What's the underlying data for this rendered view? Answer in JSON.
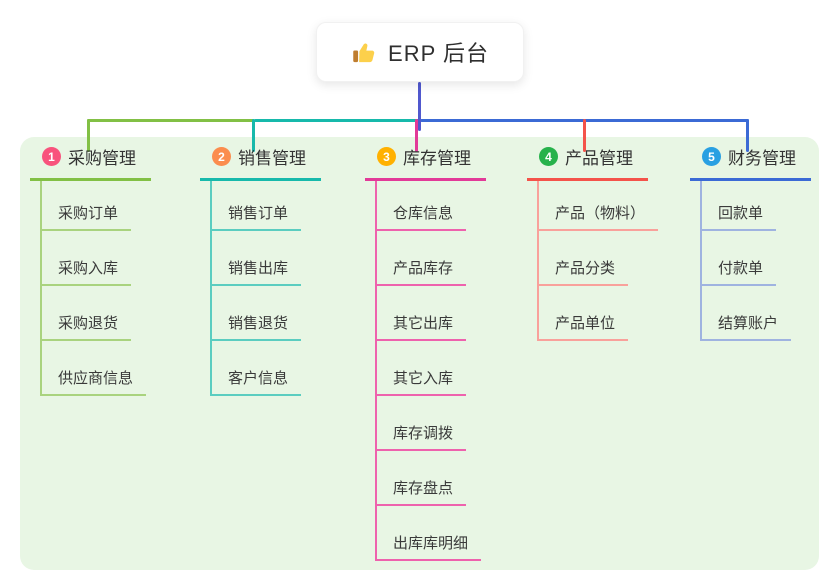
{
  "root": {
    "label": "ERP 后台",
    "icon": "thumbs-up-icon"
  },
  "branches": [
    {
      "num": "1",
      "label": "采购管理",
      "color": "#82c045",
      "light": "#a9d37e",
      "badge": "#f8537d",
      "children": [
        "采购订单",
        "采购入库",
        "采购退货",
        "供应商信息"
      ]
    },
    {
      "num": "2",
      "label": "销售管理",
      "color": "#17b9ab",
      "light": "#5bcdc0",
      "badge": "#fb8d4e",
      "children": [
        "销售订单",
        "销售出库",
        "销售退货",
        "客户信息"
      ]
    },
    {
      "num": "3",
      "label": "库存管理",
      "color": "#e23a98",
      "light": "#ee62ad",
      "badge": "#ffb100",
      "children": [
        "仓库信息",
        "产品库存",
        "其它出库",
        "其它入库",
        "库存调拨",
        "库存盘点",
        "出库库明细"
      ]
    },
    {
      "num": "4",
      "label": "产品管理",
      "color": "#f4534a",
      "light": "#f9a19b",
      "badge": "#27b24b",
      "children": [
        "产品（物料）",
        "产品分类",
        "产品单位"
      ]
    },
    {
      "num": "5",
      "label": "财务管理",
      "color": "#3b6ad5",
      "light": "#9fb3e0",
      "badge": "#29a0e2",
      "children": [
        "回款单",
        "付款单",
        "结算账户"
      ]
    }
  ],
  "canvas": {
    "panel_bg": "#e8f6e4",
    "root_line_color": "#5058ce",
    "icon_hand_color": "#fcd04b",
    "icon_cuff_color": "#bf7d2f"
  }
}
